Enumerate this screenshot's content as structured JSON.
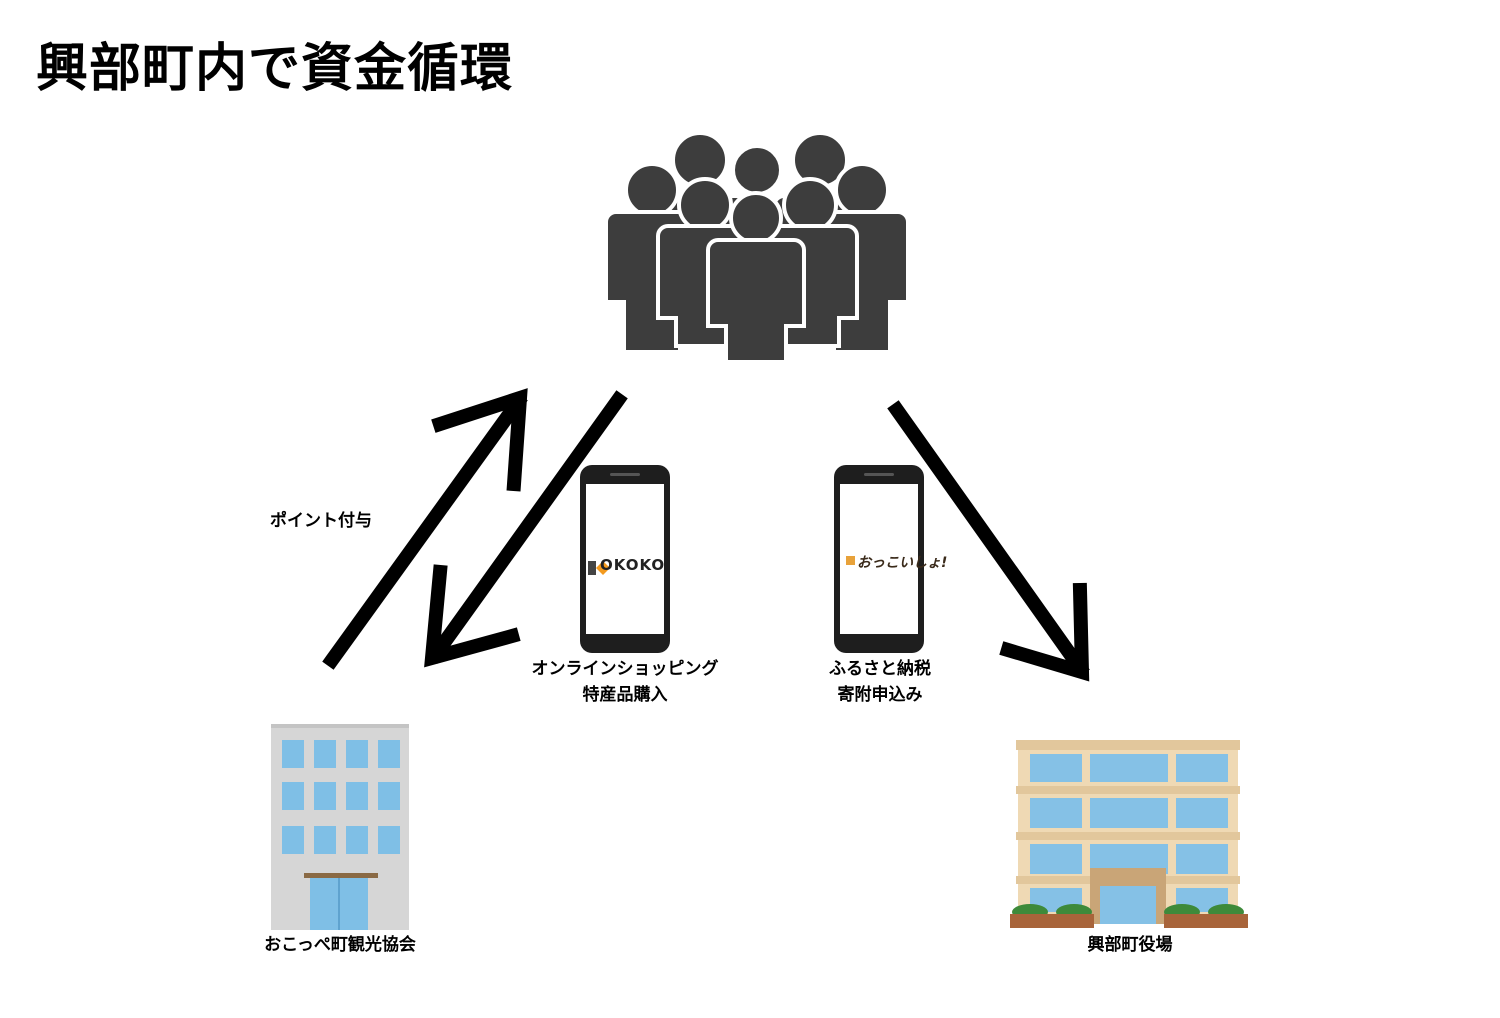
{
  "title": "興部町内で資金循環",
  "labels": {
    "point": "ポイント付与",
    "shop_line1": "オンラインショッピング",
    "shop_line2": "特産品購入",
    "furusato_line1": "ふるさと納税",
    "furusato_line2": "寄附申込み",
    "association": "おこっぺ町観光協会",
    "town_office": "興部町役場"
  },
  "apps": {
    "okoko": {
      "logo": "OKOKO"
    },
    "furusato": {
      "logo": "おっこいしょ!"
    }
  },
  "colors": {
    "people": "#3d3d3d",
    "arrow": "#000000",
    "building_gray": "#d6d6d6",
    "window_blue": "#7fbfe6",
    "office_beige": "#efd9b4",
    "okoko_orange": "#f39a1e"
  }
}
